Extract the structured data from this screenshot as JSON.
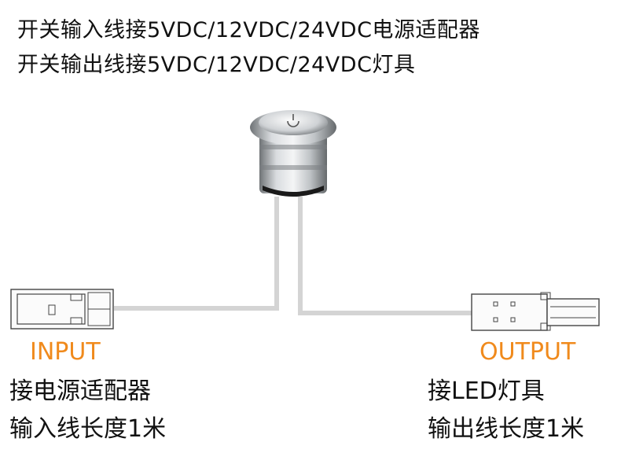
{
  "header": {
    "line1": "开关输入线接5VDC/12VDC/24VDC电源适配器",
    "line2": "开关输出线接5VDC/12VDC/24VDC灯具"
  },
  "input": {
    "label": "INPUT",
    "desc1": "接电源适配器",
    "desc2": "输入线长度1米"
  },
  "output": {
    "label": "OUTPUT",
    "desc1": "接LED灯具",
    "desc2": "输出线长度1米"
  },
  "colors": {
    "accent": "#f08a1c",
    "wire": "#d4d4d4",
    "metal": "#b8bcc0"
  },
  "icons": {
    "switch": "power-icon"
  }
}
